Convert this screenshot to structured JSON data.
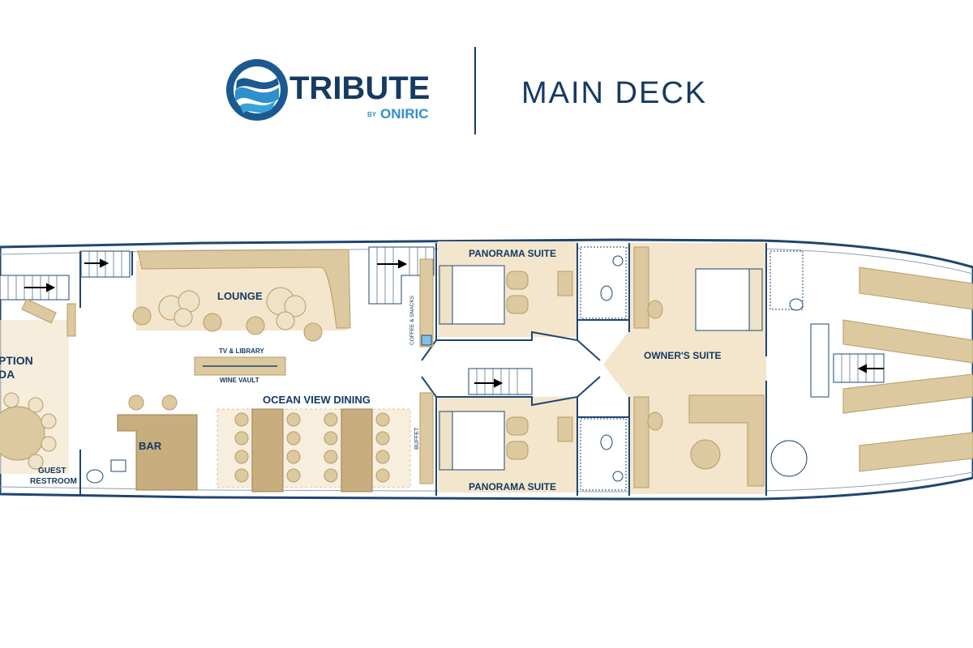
{
  "header": {
    "brand_name": "TRIBUTE",
    "brand_by": "BY",
    "brand_sub": "ONIRIC",
    "deck_title": "MAIN DECK"
  },
  "rooms": {
    "reception_line1": "PTION",
    "reception_line2": "DA",
    "guest_restroom_line1": "GUEST",
    "guest_restroom_line2": "RESTROOM",
    "lounge": "LOUNGE",
    "tv_library": "TV & LIBRARY",
    "wine_vault": "WINE VAULT",
    "bar": "BAR",
    "ocean_view_dining": "OCEAN VIEW DINING",
    "coffee_snacks": "COFFEE & SNACKS",
    "buffet": "BUFFET",
    "panorama_suite_top": "PANORAMA SUITE",
    "panorama_suite_bottom": "PANORAMA SUITE",
    "owners_suite": "OWNER'S SUITE"
  },
  "colors": {
    "navy": "#153a63",
    "floor": "#f3e6cd",
    "furniture": "#dcc9a0",
    "furniture_dark": "#b99a66",
    "hull_line": "#1f4670",
    "logo_blue": "#1f5f95",
    "logo_light": "#3aa1d9"
  },
  "icons": [
    "logo-wave-icon",
    "direction-arrow-icon",
    "toilet-icon",
    "sink-icon",
    "bed-icon",
    "stairs-icon"
  ]
}
